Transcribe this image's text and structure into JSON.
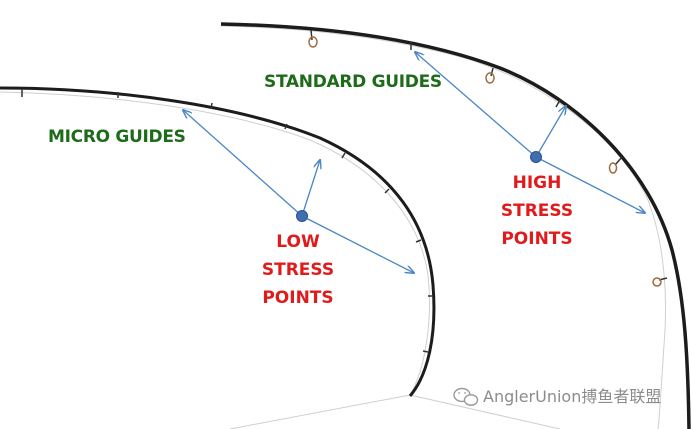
{
  "colors": {
    "background": "#ffffff",
    "rod": "#1c1c1c",
    "line": "#cfcfcf",
    "arrow": "#4a86c5",
    "point": "#3f6fb0",
    "label_green": "#1e6b1a",
    "label_red": "#e01b1b",
    "watermark": "#8c8c8c"
  },
  "labels": {
    "micro_guides": "MICRO GUIDES",
    "standard_guides": "STANDARD GUIDES",
    "low_stress": [
      "LOW",
      "STRESS",
      "POINTS"
    ],
    "high_stress": [
      "HIGH",
      "STRESS",
      "POINTS"
    ]
  },
  "watermark": {
    "icon": "wechat-icon",
    "text": "AnglerUnion搏鱼者联盟"
  }
}
